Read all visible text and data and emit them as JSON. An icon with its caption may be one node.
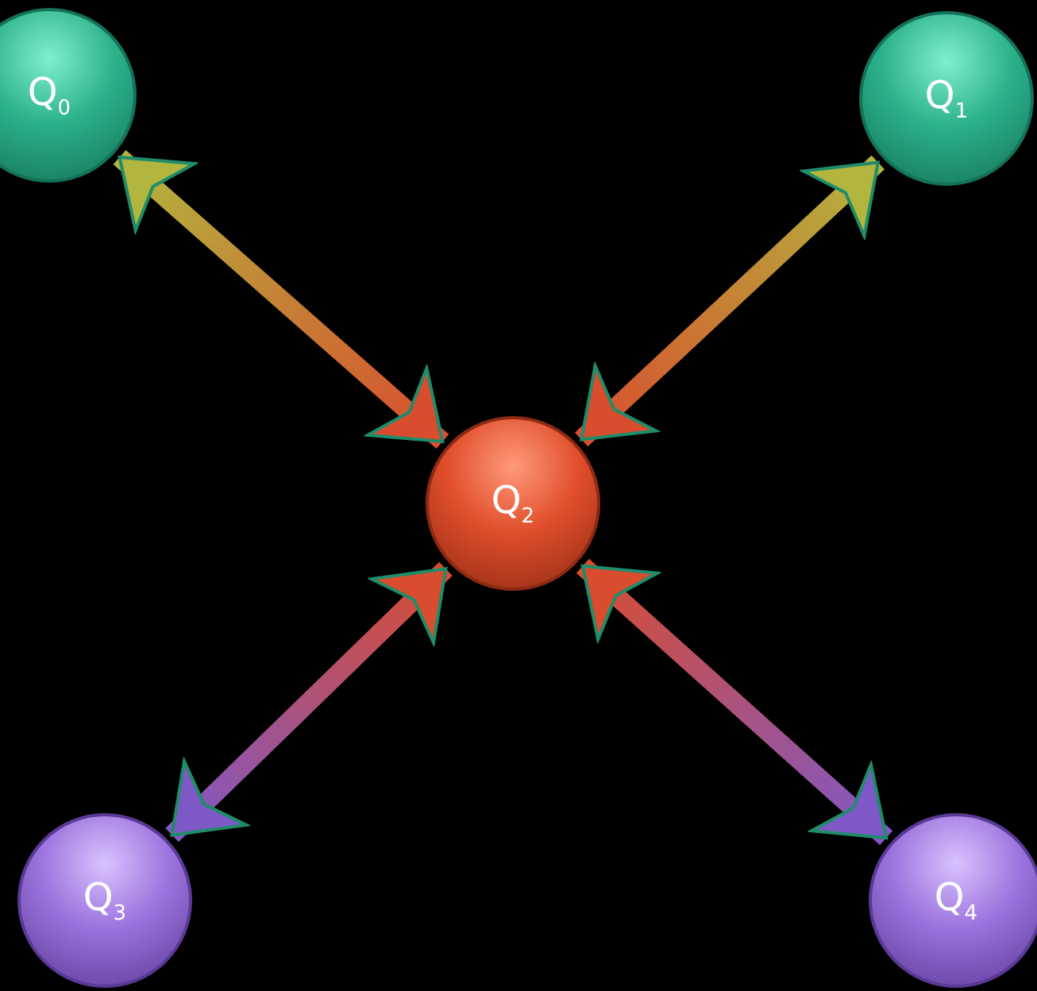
{
  "diagram": {
    "nodes": [
      {
        "text": [
          "Q$_{0}$"
        ]
      },
      {
        "text": [
          "Q$_{1}$"
        ]
      },
      {
        "text": [
          "Q$_{2}$"
        ]
      },
      {
        "text": [
          "Q$_{3}$"
        ]
      },
      {
        "text": [
          "Q$_{4}$"
        ]
      }
    ],
    "edges": [
      {
        "from": 2,
        "to": 0,
        "arrow": "both"
      },
      {
        "from": 2,
        "to": 1,
        "arrow": "both"
      },
      {
        "from": 2,
        "to": 3,
        "arrow": "both"
      },
      {
        "from": 2,
        "to": 4,
        "arrow": "both"
      }
    ]
  }
}
